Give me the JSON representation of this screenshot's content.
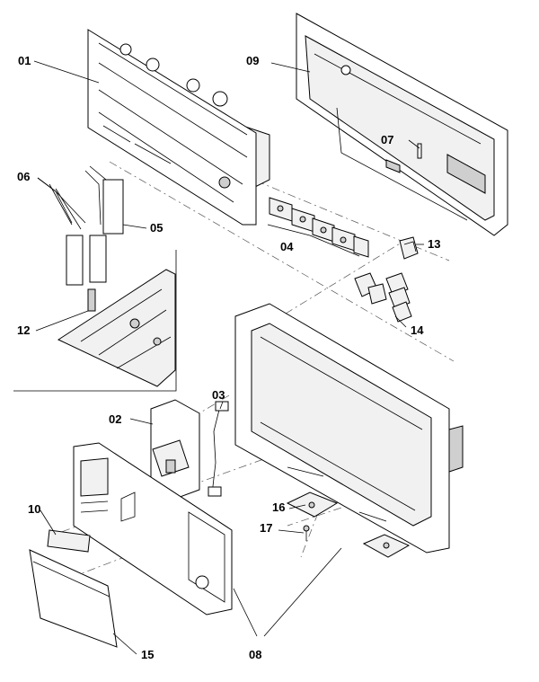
{
  "callouts": [
    "01",
    "02",
    "03",
    "04",
    "05",
    "06",
    "07",
    "08",
    "09",
    "10",
    "12",
    "13",
    "14",
    "15",
    "16",
    "17"
  ]
}
